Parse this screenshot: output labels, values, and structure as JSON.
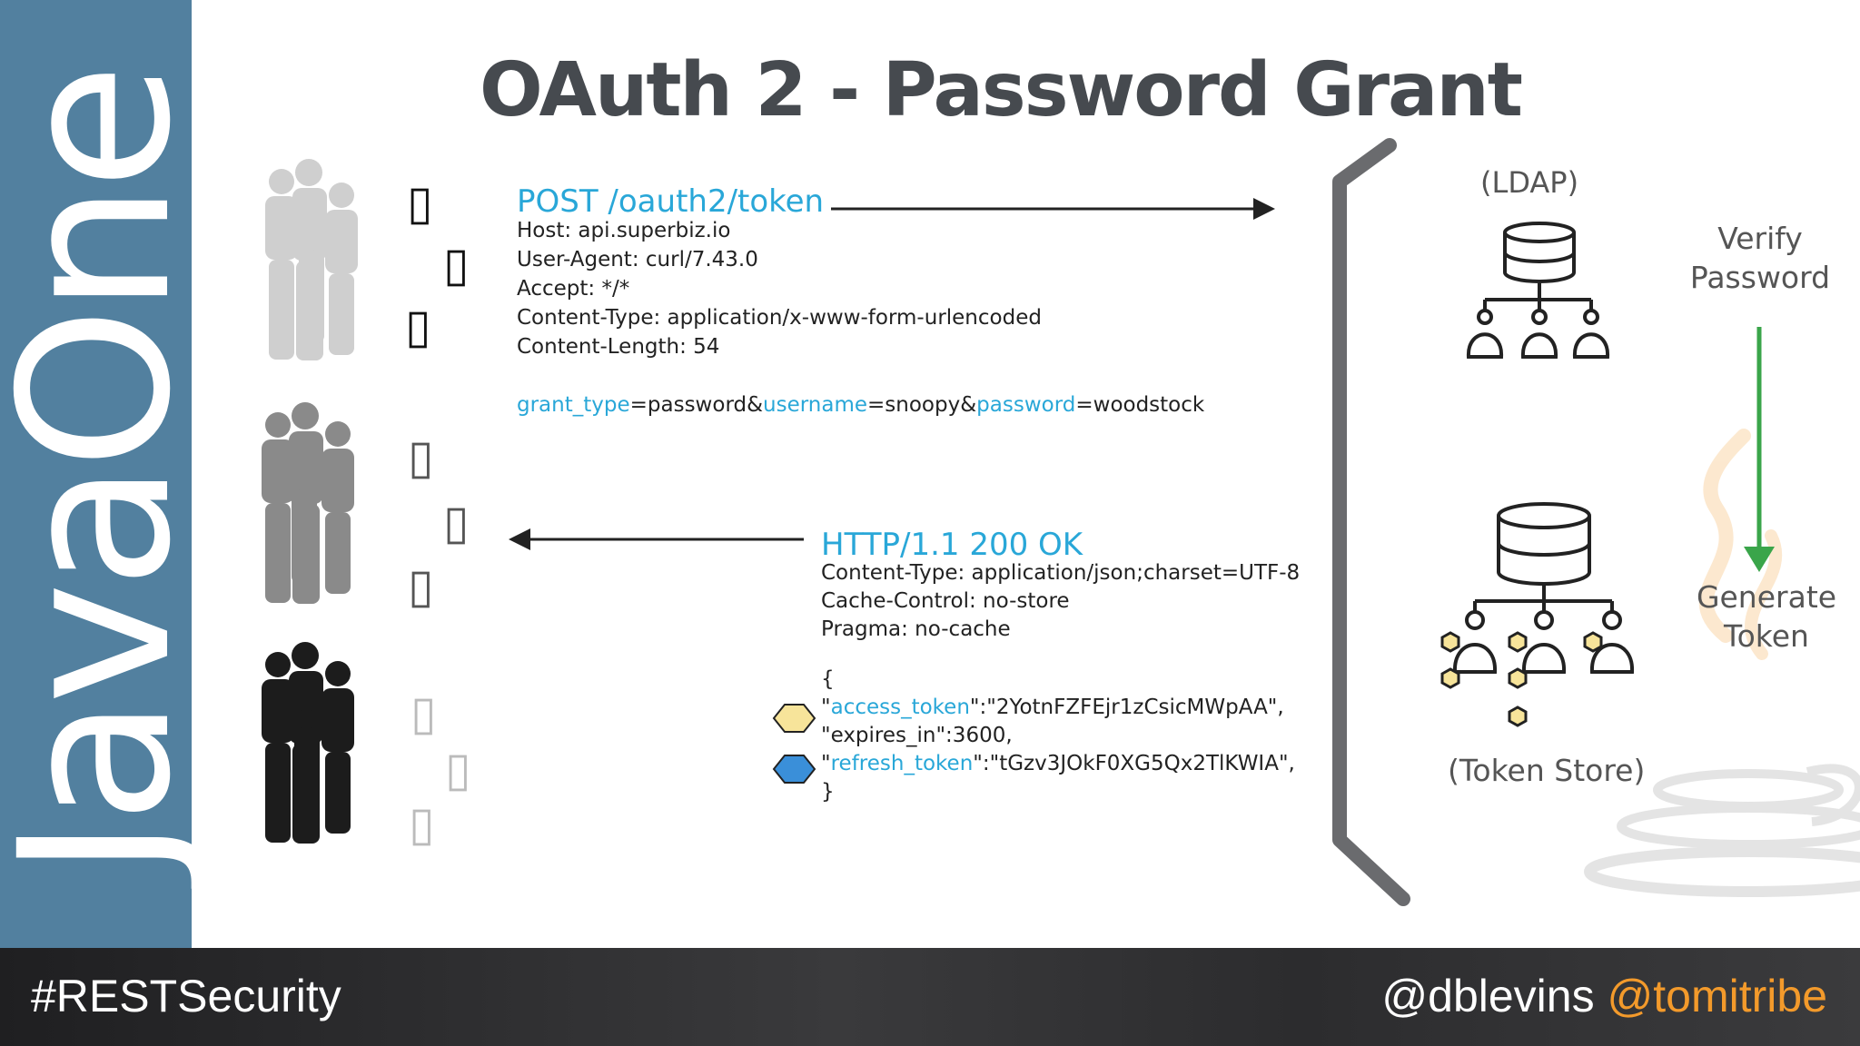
{
  "sidebar": {
    "brand": "JavaOne"
  },
  "slide": {
    "title": "OAuth 2 - Password Grant"
  },
  "request": {
    "line": "POST /oauth2/token",
    "headers": [
      "Host: api.superbiz.io",
      "User-Agent: curl/7.43.0",
      "Accept: */*",
      "Content-Type: application/x-www-form-urlencoded",
      "Content-Length: 54"
    ],
    "body": {
      "k1": "grant_type",
      "v1": "=password&",
      "k2": "username",
      "v2": "=snoopy&",
      "k3": "password",
      "v3": "=woodstock"
    }
  },
  "response": {
    "status": "HTTP/1.1 200 OK",
    "headers": [
      "Content-Type: application/json;charset=UTF-8",
      "Cache-Control: no-store",
      "Pragma: no-cache"
    ],
    "json_open": "{",
    "access_key": "access_token",
    "access_value": ":\"2YotnFZFEjr1zCsicMWpAA\",",
    "expires_line": "\"expires_in\":3600,",
    "refresh_key": "refresh_token",
    "refresh_value": ":\"tGzv3JOkF0XG5Qx2TlKWIA\",",
    "json_close": "}",
    "quote": "\""
  },
  "server": {
    "ldap_label": "(LDAP)",
    "token_store_label": "(Token Store)",
    "verify_label_1": "Verify",
    "verify_label_2": "Password",
    "generate_label_1": "Generate",
    "generate_label_2": "Token"
  },
  "glyphs": {
    "box": "▯"
  },
  "footer": {
    "hashtag": "#RESTSecurity",
    "handle1": "@dblevins",
    "handle2": "@tomitribe"
  },
  "colors": {
    "sidebar": "#52809f",
    "accent_blue": "#29a7d8",
    "token_yellow": "#f7e49a",
    "token_blue": "#3a8fd9",
    "arrow_green": "#3aa54a",
    "handle_orange": "#f39a2b"
  }
}
